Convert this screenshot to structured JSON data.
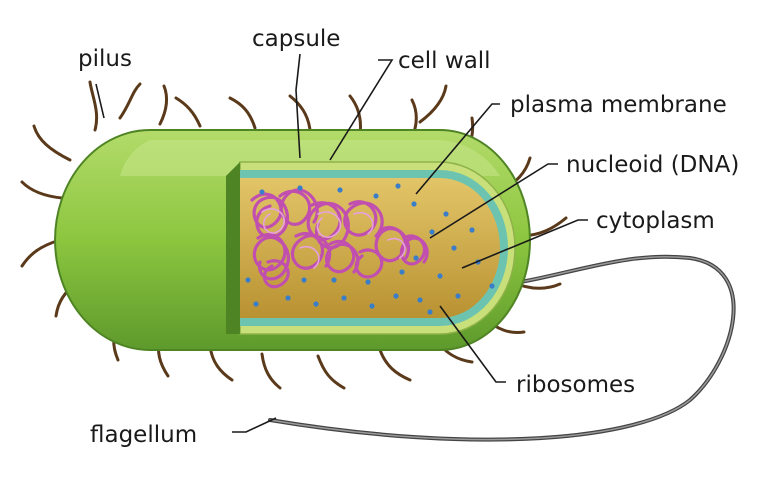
{
  "diagram": {
    "labels": {
      "pilus": "pilus",
      "capsule": "capsule",
      "cell_wall": "cell wall",
      "plasma_membrane": "plasma membrane",
      "nucleoid": "nucleoid (DNA)",
      "cytoplasm": "cytoplasm",
      "ribosomes": "ribosomes",
      "flagellum": "flagellum"
    },
    "colors": {
      "capsule_outer": "#8cc63f",
      "capsule_shadow": "#5e9a2c",
      "cell_wall": "#c9e07a",
      "plasma_membrane": "#6cc3b0",
      "cytoplasm": "#c9a845",
      "dna": "#c04fb0",
      "ribosome": "#3a7ec8",
      "pilus": "#5a3a1a",
      "flagellum": "#555555"
    }
  }
}
